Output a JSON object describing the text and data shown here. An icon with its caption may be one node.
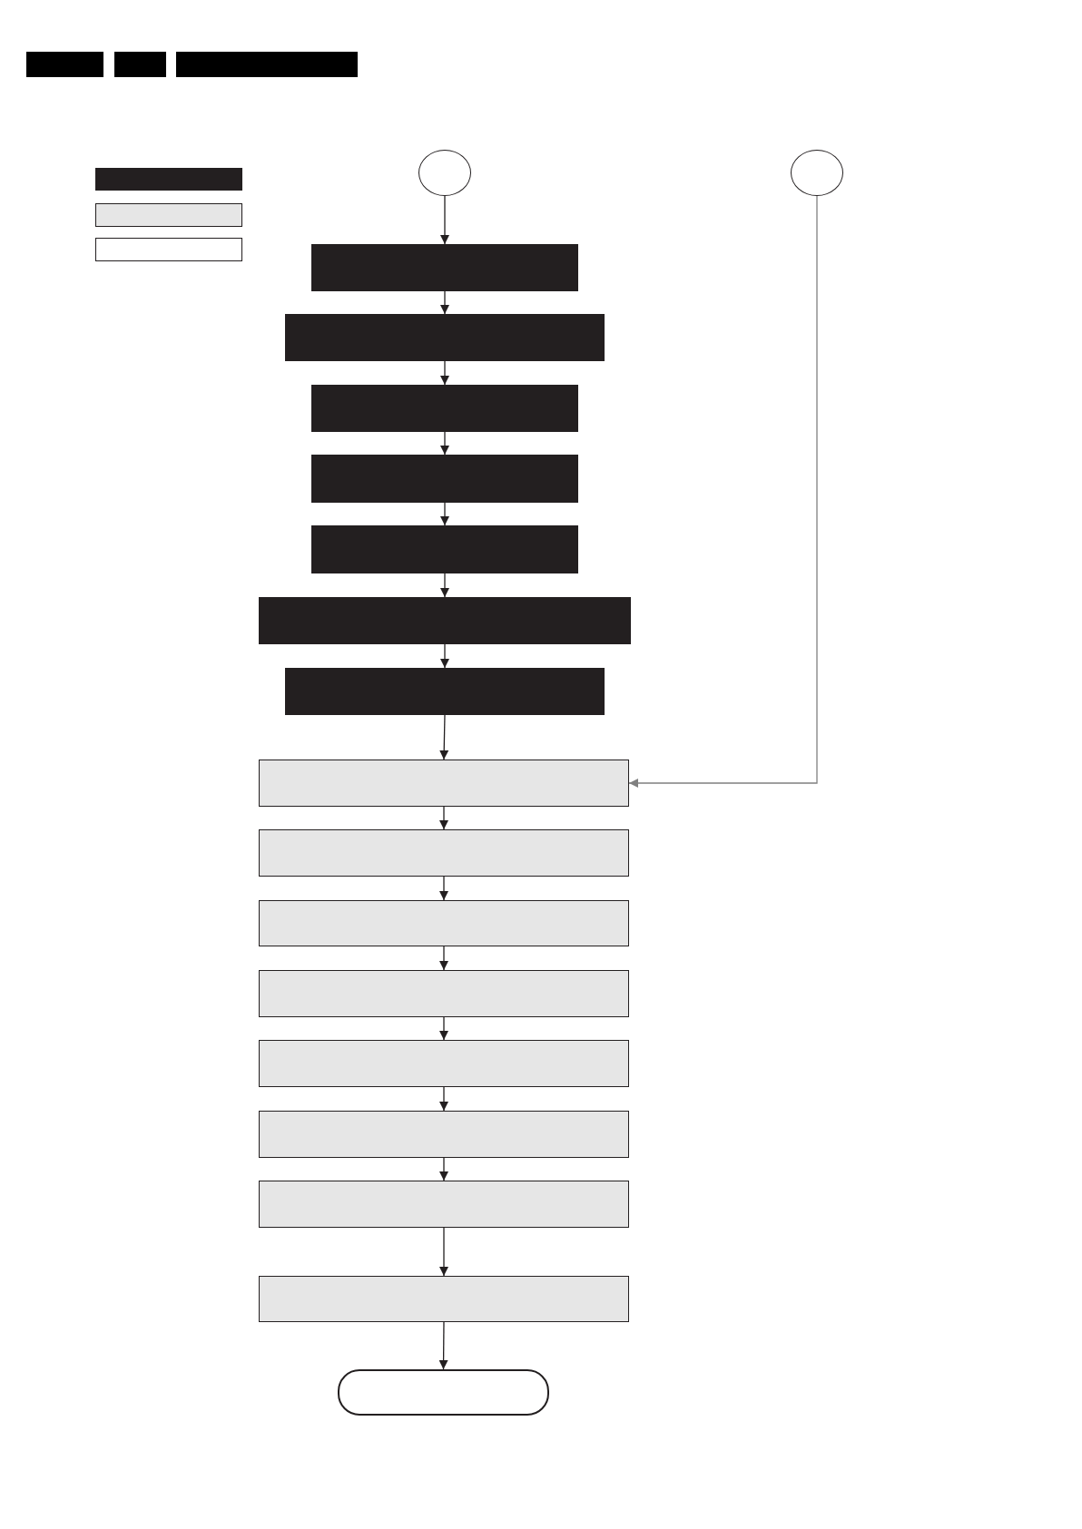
{
  "diagram": {
    "nodes": [
      {
        "text": [],
        "shape": "circle"
      },
      {
        "text": [],
        "shape": "circle"
      },
      {
        "text": [],
        "shape": "box"
      },
      {
        "text": [],
        "shape": "box"
      },
      {
        "text": [],
        "shape": "box"
      },
      {
        "text": [],
        "shape": "box"
      },
      {
        "text": [],
        "shape": "box"
      },
      {
        "text": [],
        "shape": "box"
      },
      {
        "text": [],
        "shape": "box"
      },
      {
        "text": [],
        "shape": "box"
      },
      {
        "text": [],
        "shape": "box"
      },
      {
        "text": [],
        "shape": "box"
      },
      {
        "text": [],
        "shape": "box"
      },
      {
        "text": [],
        "shape": "box"
      },
      {
        "text": [],
        "shape": "box"
      },
      {
        "text": [],
        "shape": "box"
      },
      {
        "text": [],
        "shape": "box"
      },
      {
        "text": [],
        "shape": "capsule"
      }
    ],
    "edges": [
      {
        "from": 0,
        "to": 2,
        "arrow": "to"
      },
      {
        "from": 2,
        "to": 3,
        "arrow": "to"
      },
      {
        "from": 3,
        "to": 4,
        "arrow": "to"
      },
      {
        "from": 4,
        "to": 5,
        "arrow": "to"
      },
      {
        "from": 5,
        "to": 6,
        "arrow": "to"
      },
      {
        "from": 6,
        "to": 7,
        "arrow": "to"
      },
      {
        "from": 7,
        "to": 8,
        "arrow": "to"
      },
      {
        "from": 8,
        "to": 9,
        "arrow": "to"
      },
      {
        "from": 1,
        "to": 9,
        "arrow": "to",
        "color": "#808080"
      },
      {
        "from": 9,
        "to": 10,
        "arrow": "to"
      },
      {
        "from": 10,
        "to": 11,
        "arrow": "to"
      },
      {
        "from": 11,
        "to": 12,
        "arrow": "to"
      },
      {
        "from": 12,
        "to": 13,
        "arrow": "to"
      },
      {
        "from": 13,
        "to": 14,
        "arrow": "to"
      },
      {
        "from": 14,
        "to": 15,
        "arrow": "to"
      },
      {
        "from": 15,
        "to": 16,
        "arrow": "to"
      },
      {
        "from": 16,
        "to": 17,
        "arrow": "to"
      }
    ]
  }
}
